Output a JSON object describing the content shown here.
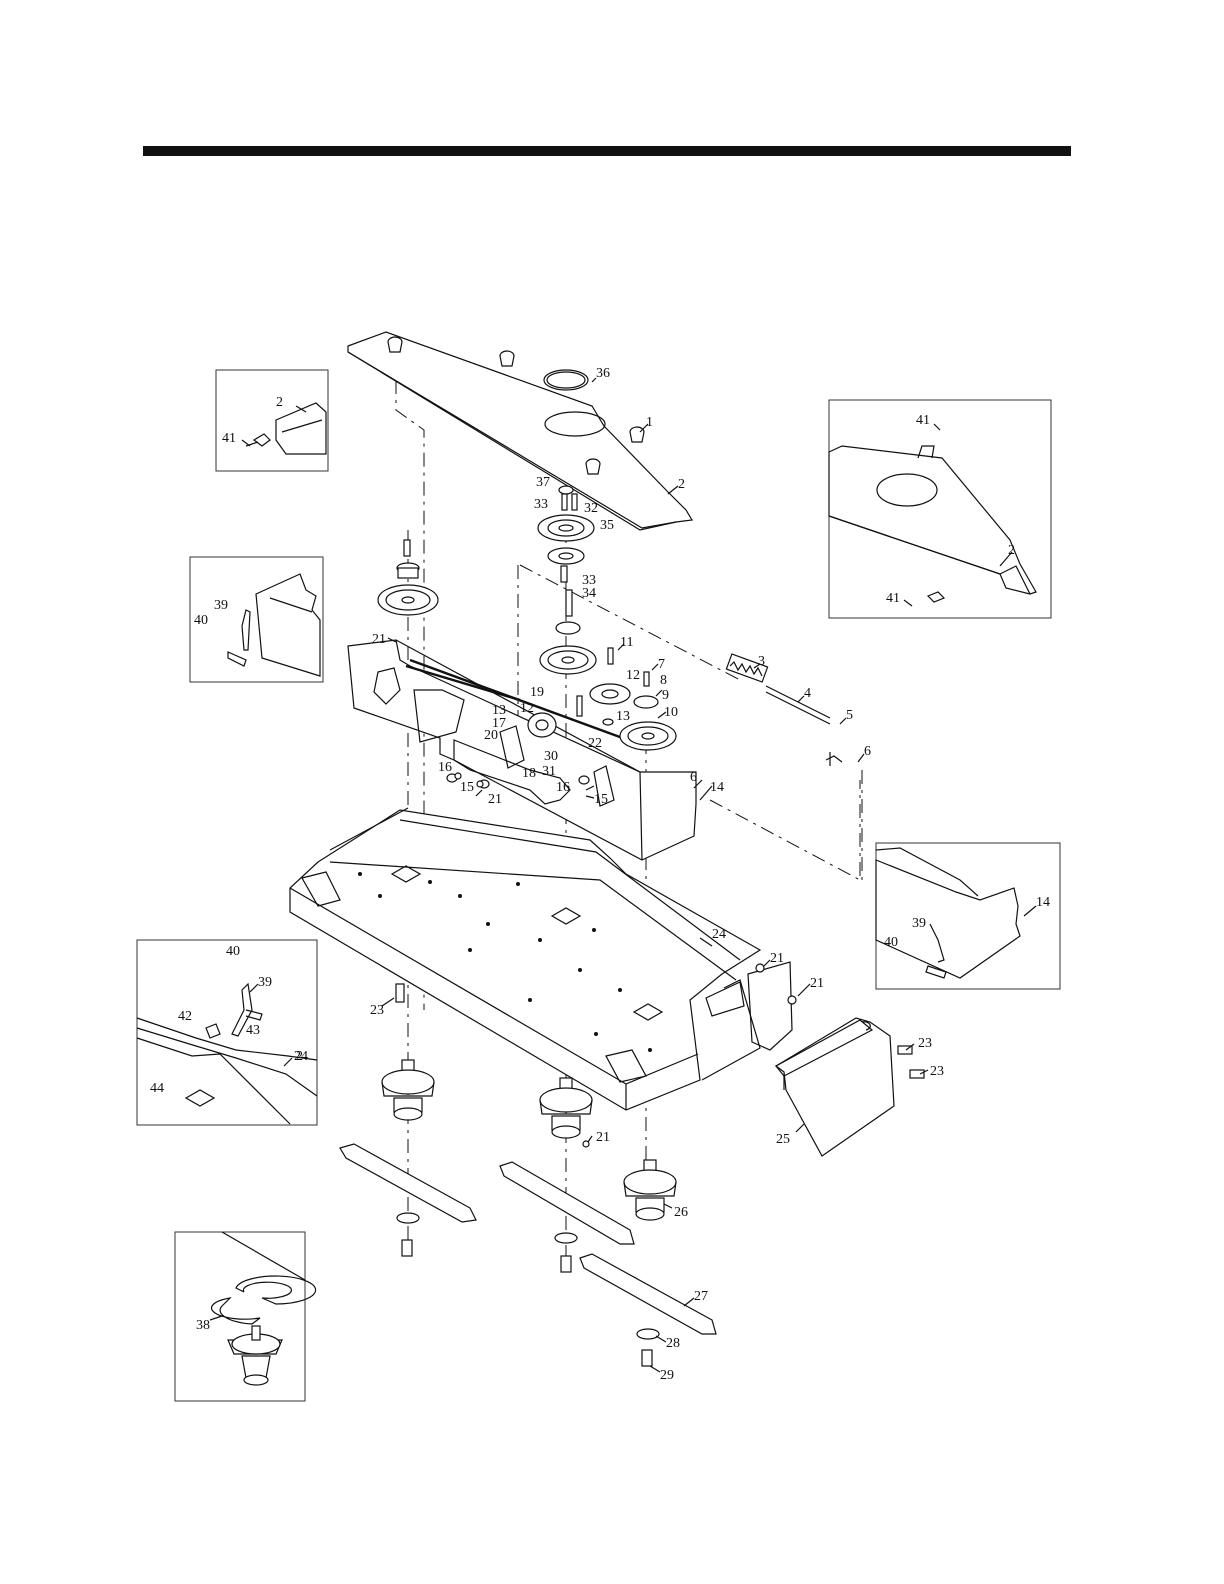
{
  "callouts": [
    {
      "n": "1"
    },
    {
      "n": "2"
    },
    {
      "n": "2"
    },
    {
      "n": "2"
    },
    {
      "n": "2"
    },
    {
      "n": "3"
    },
    {
      "n": "4"
    },
    {
      "n": "5"
    },
    {
      "n": "6"
    },
    {
      "n": "6"
    },
    {
      "n": "7"
    },
    {
      "n": "8"
    },
    {
      "n": "9"
    },
    {
      "n": "10"
    },
    {
      "n": "11"
    },
    {
      "n": "12"
    },
    {
      "n": "12"
    },
    {
      "n": "13"
    },
    {
      "n": "13"
    },
    {
      "n": "14"
    },
    {
      "n": "14"
    },
    {
      "n": "15"
    },
    {
      "n": "15"
    },
    {
      "n": "16"
    },
    {
      "n": "16"
    },
    {
      "n": "17"
    },
    {
      "n": "18"
    },
    {
      "n": "19"
    },
    {
      "n": "20"
    },
    {
      "n": "21"
    },
    {
      "n": "21"
    },
    {
      "n": "21"
    },
    {
      "n": "21"
    },
    {
      "n": "21"
    },
    {
      "n": "22"
    },
    {
      "n": "23"
    },
    {
      "n": "23"
    },
    {
      "n": "23"
    },
    {
      "n": "24"
    },
    {
      "n": "24"
    },
    {
      "n": "25"
    },
    {
      "n": "26"
    },
    {
      "n": "27"
    },
    {
      "n": "28"
    },
    {
      "n": "29"
    },
    {
      "n": "30"
    },
    {
      "n": "31"
    },
    {
      "n": "32"
    },
    {
      "n": "33"
    },
    {
      "n": "33"
    },
    {
      "n": "34"
    },
    {
      "n": "35"
    },
    {
      "n": "36"
    },
    {
      "n": "37"
    },
    {
      "n": "38"
    },
    {
      "n": "39"
    },
    {
      "n": "39"
    },
    {
      "n": "39"
    },
    {
      "n": "40"
    },
    {
      "n": "40"
    },
    {
      "n": "40"
    },
    {
      "n": "41"
    },
    {
      "n": "41"
    },
    {
      "n": "41"
    },
    {
      "n": "42"
    },
    {
      "n": "43"
    },
    {
      "n": "44"
    }
  ],
  "colors": {
    "ink": "#111111",
    "paper": "#ffffff",
    "rule": "#111111"
  }
}
